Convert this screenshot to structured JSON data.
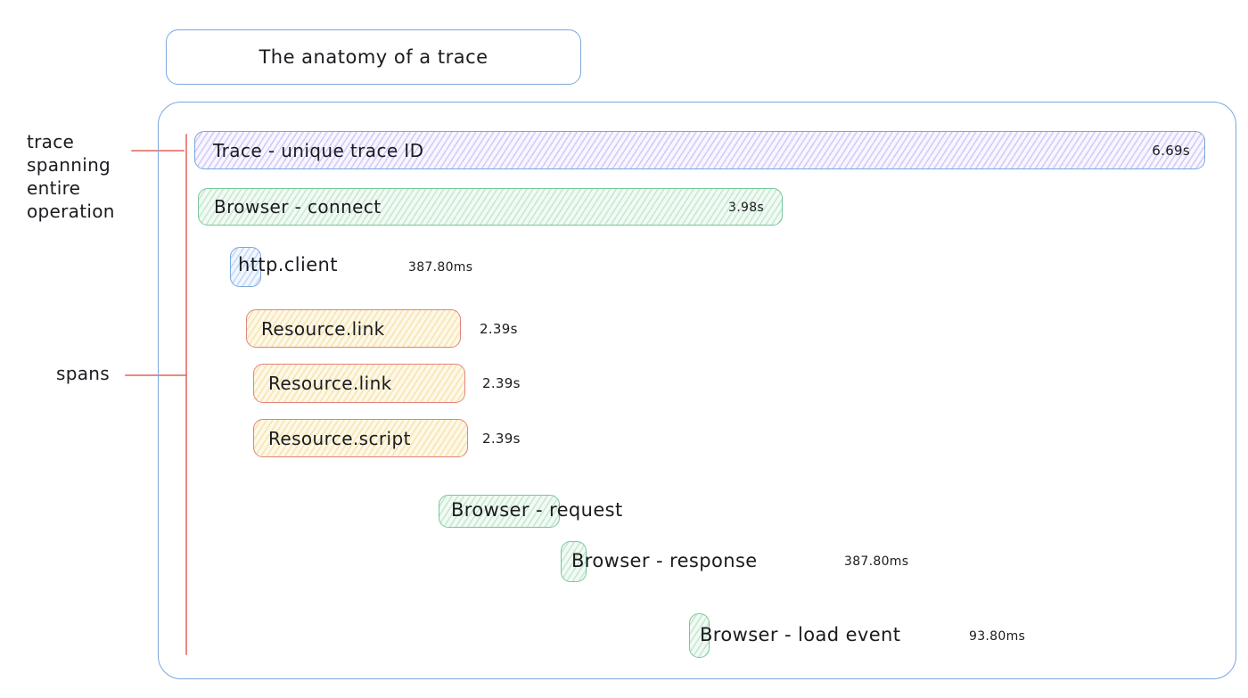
{
  "title": "The anatomy of a trace",
  "annotations": {
    "trace_note": "trace spanning entire operation",
    "spans_note": "spans"
  },
  "trace_bar": {
    "label": "Trace - unique trace ID",
    "duration": "6.69s"
  },
  "spans": [
    {
      "label": "Browser - connect",
      "duration": "3.98s",
      "color": "green"
    },
    {
      "label": "http.client",
      "duration": "387.80ms",
      "color": "blue"
    },
    {
      "label": "Resource.link",
      "duration": "2.39s",
      "color": "yellow"
    },
    {
      "label": "Resource.link",
      "duration": "2.39s",
      "color": "yellow"
    },
    {
      "label": "Resource.script",
      "duration": "2.39s",
      "color": "yellow"
    },
    {
      "label": "Browser - request",
      "duration": "",
      "color": "green"
    },
    {
      "label": "Browser - response",
      "duration": "387.80ms",
      "color": "green"
    },
    {
      "label": "Browser - load event",
      "duration": "93.80ms",
      "color": "green"
    }
  ],
  "colors": {
    "frame_blue": "#7aa7dc",
    "green_border": "#79c79b",
    "yellow_border": "#e5837c",
    "lavender_stripe": "#8f79f0",
    "annotation_red": "#e4756c",
    "text": "#1b1b20"
  }
}
